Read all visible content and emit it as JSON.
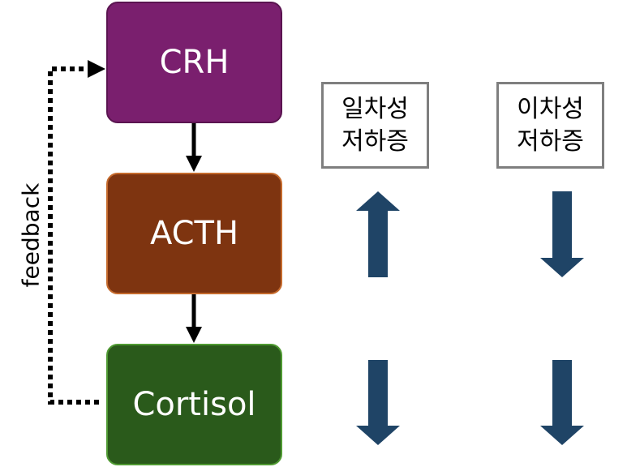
{
  "nodes": {
    "crh": "CRH",
    "acth": "ACTH",
    "cortisol": "Cortisol"
  },
  "feedback_label": "feedback",
  "columns": {
    "primary": {
      "line1": "일차성",
      "line2": "저하증"
    },
    "secondary": {
      "line1": "이차성",
      "line2": "저하증"
    }
  },
  "changes": {
    "primary": {
      "acth": "up",
      "cortisol": "down"
    },
    "secondary": {
      "acth": "down",
      "cortisol": "down"
    }
  },
  "colors": {
    "crh": "#7a1f6e",
    "acth": "#7e3410",
    "cortisol": "#2a5a1b",
    "arrow": "#1f4466"
  }
}
